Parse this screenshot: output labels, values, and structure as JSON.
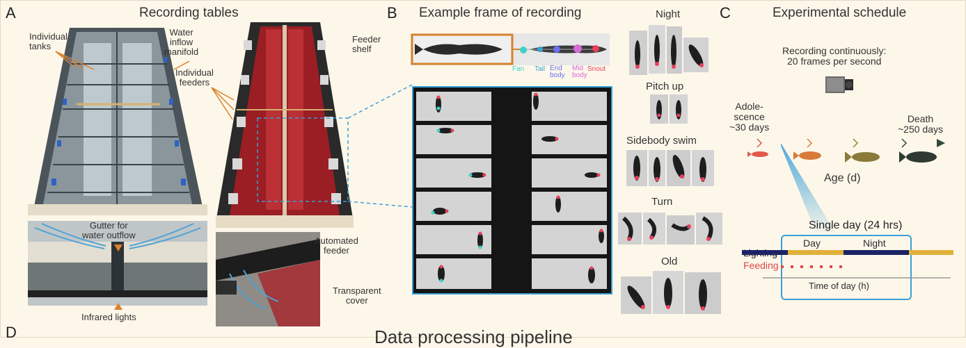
{
  "panels": {
    "a": {
      "letter": "A",
      "title": "Recording tables",
      "labels": {
        "tanks": "Individual\ntanks",
        "manifold": "Water\ninflow\nmanifold",
        "feeders": "Individual\nfeeders",
        "shelf": "Feeder\nshelf",
        "gutter": "Gutter for\nwater outflow",
        "auto": "Automated\nfeeder",
        "ir": "Infrared lights",
        "cover": "Transparent\ncover"
      }
    },
    "b": {
      "letter": "B",
      "title": "Example frame of recording",
      "keypoints": [
        "Fan",
        "Tail",
        "End\nbody",
        "Mid\nbody",
        "Snout"
      ],
      "keypoint_colors": [
        "#3fd2c7",
        "#3aa0d8",
        "#6d6ff0",
        "#d86ad8",
        "#e8405a"
      ],
      "categories": [
        "Night",
        "Pitch up",
        "Sidebody swim",
        "Turn",
        "Old"
      ]
    },
    "c": {
      "letter": "C",
      "title": "Experimental schedule",
      "recording": "Recording continuously:\n20 frames per second",
      "start": "Adole-\nscence\n~30 days",
      "end": "Death\n~250 days",
      "age": "Age (d)",
      "single_day": "Single day (24 hrs)",
      "day": "Day",
      "night": "Night",
      "lighting": "Lighting",
      "feeding": "Feeding",
      "time": "Time of day (h)",
      "colors": {
        "day": "#e0b13a",
        "night": "#1c2466",
        "feeding": "#e0474c",
        "zoom": "#3a9fd8"
      }
    },
    "d": {
      "letter": "D",
      "title": "Data processing pipeline"
    }
  }
}
